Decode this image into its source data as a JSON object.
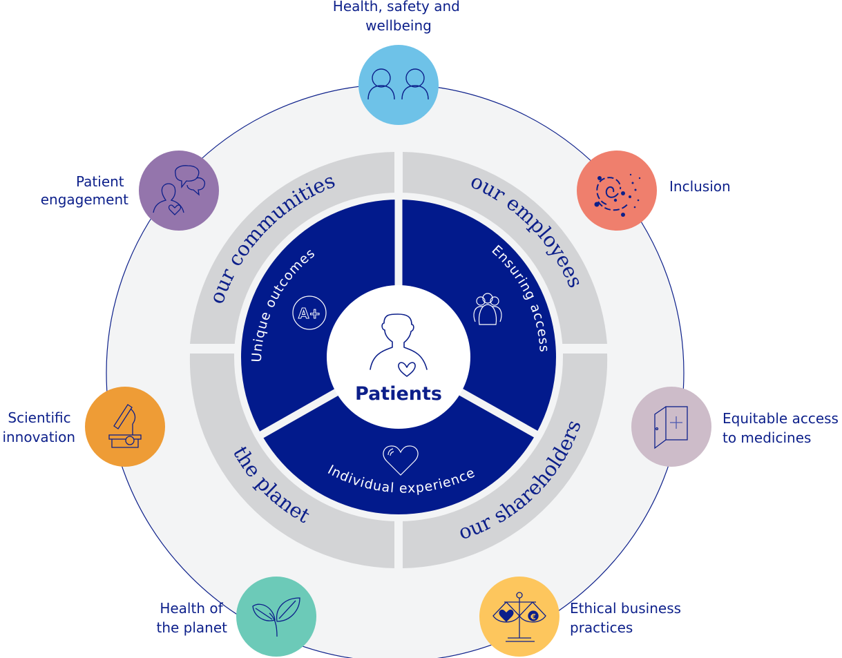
{
  "center": {
    "label": "Patients",
    "icon": "patient-heart-icon"
  },
  "inner_segments": [
    {
      "label": "Unique outcomes",
      "icon": "a-plus-grade-icon"
    },
    {
      "label": "Ensuring access",
      "icon": "group-people-icon"
    },
    {
      "label": "Individual experience",
      "icon": "heart-icon"
    }
  ],
  "stakeholder_ring": [
    {
      "label": "our communities"
    },
    {
      "label": "our employees"
    },
    {
      "label": "our shareholders"
    },
    {
      "label": "the planet"
    }
  ],
  "outer_pillars": [
    {
      "label_lines": [
        "Health, safety and",
        "wellbeing"
      ],
      "icon": "two-people-icon",
      "color": "#6ec2e8"
    },
    {
      "label_lines": [
        "Inclusion"
      ],
      "icon": "spiral-constellation-icon",
      "color": "#ef7f6d"
    },
    {
      "label_lines": [
        "Equitable access",
        "to medicines"
      ],
      "icon": "open-door-plus-icon",
      "color": "#cdbcc9"
    },
    {
      "label_lines": [
        "Ethical business",
        "practices"
      ],
      "icon": "balance-scale-icon",
      "color": "#fdc65d"
    },
    {
      "label_lines": [
        "Health of",
        "the planet"
      ],
      "icon": "leaves-icon",
      "color": "#6ccab8"
    },
    {
      "label_lines": [
        "Scientific",
        "innovation"
      ],
      "icon": "microscope-icon",
      "color": "#ee9c36"
    },
    {
      "label_lines": [
        "Patient",
        "engagement"
      ],
      "icon": "person-speech-bubbles-icon",
      "color": "#9475ac"
    }
  ],
  "colors": {
    "navy": "#0c1f8a",
    "inner_disc": "#021a8c",
    "ring_gray": "#d3d4d6",
    "outer_disc": "#f3f4f5",
    "white": "#ffffff"
  }
}
